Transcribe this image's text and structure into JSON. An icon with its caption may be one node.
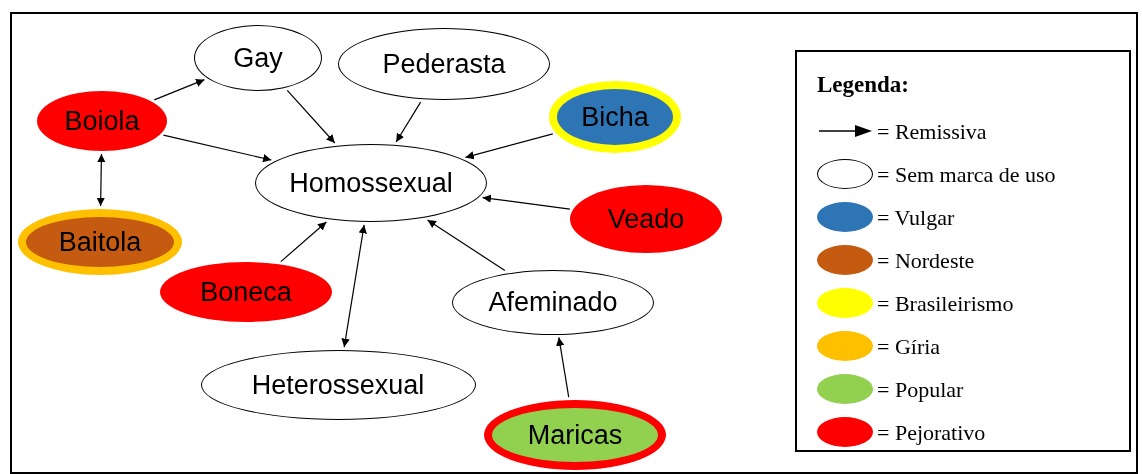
{
  "diagram": {
    "nodes": [
      {
        "text": [
          "Gay"
        ]
      },
      {
        "text": [
          "Pederasta"
        ]
      },
      {
        "text": [
          "Boiola"
        ]
      },
      {
        "text": [
          "Bicha"
        ]
      },
      {
        "text": [
          "Homossexual"
        ]
      },
      {
        "text": [
          "Veado"
        ]
      },
      {
        "text": [
          "Baitola"
        ]
      },
      {
        "text": [
          "Boneca"
        ]
      },
      {
        "text": [
          "Afeminado"
        ]
      },
      {
        "text": [
          "Heterossexual"
        ]
      },
      {
        "text": [
          "Maricas"
        ]
      }
    ],
    "edges": [
      {
        "from": 2,
        "to": 0,
        "arrow": "to"
      },
      {
        "from": 0,
        "to": 4,
        "arrow": "to"
      },
      {
        "from": 1,
        "to": 4,
        "arrow": "to"
      },
      {
        "from": 2,
        "to": 4,
        "arrow": "to"
      },
      {
        "from": 3,
        "to": 4,
        "arrow": "to"
      },
      {
        "from": 5,
        "to": 4,
        "arrow": "to"
      },
      {
        "from": 2,
        "to": 6,
        "arrow": "both"
      },
      {
        "from": 7,
        "to": 4,
        "arrow": "to"
      },
      {
        "from": 4,
        "to": 9,
        "arrow": "both"
      },
      {
        "from": 8,
        "to": 4,
        "arrow": "to"
      },
      {
        "from": 10,
        "to": 8,
        "arrow": "to"
      }
    ],
    "labels": [
      "Legenda:"
    ],
    "legend": [
      {
        "text": "= Remissiva"
      },
      {
        "text": "= Sem marca de uso"
      },
      {
        "text": "= Vulgar",
        "color": "#2e75b6"
      },
      {
        "text": "= Nordeste",
        "color": "#c55a11"
      },
      {
        "text": "= Brasileirismo",
        "color": "#ffff00"
      },
      {
        "text": "= Gíria",
        "color": "#ffc000"
      },
      {
        "text": "= Popular",
        "color": "#92d050"
      },
      {
        "text": "= Pejorativo",
        "color": "#ff0000"
      }
    ]
  }
}
